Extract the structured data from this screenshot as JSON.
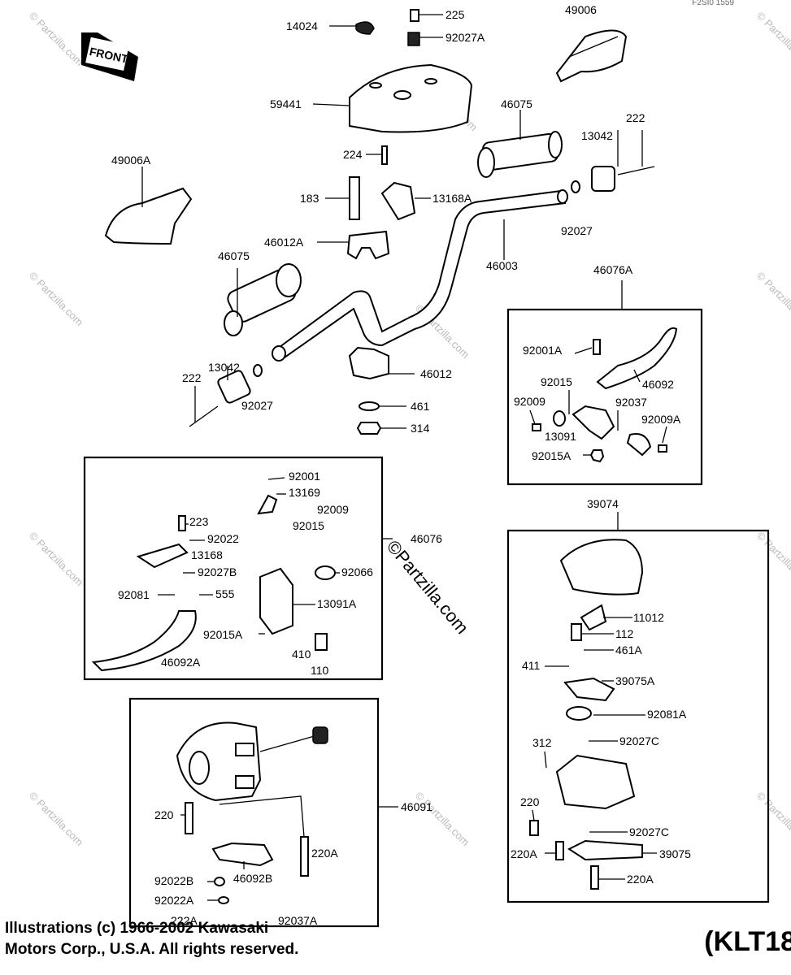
{
  "diagram": {
    "ref_code": "F2SI0 1559",
    "front_label": "FRONT",
    "watermark": "© Partzilla.com",
    "main_watermark": "©Partzilla.com",
    "copyright_line1": "Illustrations (c) 1966-2002 Kawasaki",
    "copyright_line2": "Motors Corp., U.S.A.  All rights reserved.",
    "diagram_code": "(KLT18",
    "part_labels": {
      "p14024": "14024",
      "p225": "225",
      "p92027A": "92027A",
      "p49006": "49006",
      "p59441": "59441",
      "p46075a": "46075",
      "p13042a": "13042",
      "p222a": "222",
      "p49006A": "49006A",
      "p224": "224",
      "p183": "183",
      "p13168A": "13168A",
      "p46012A": "46012A",
      "p46003": "46003",
      "p92027a": "92027",
      "p46075b": "46075",
      "p13042b": "13042",
      "p222b": "222",
      "p92027b": "92027",
      "p46012": "46012",
      "p461": "461",
      "p314": "314",
      "p46076A": "46076A",
      "p92001A": "92001A",
      "p92015a": "92015",
      "p46092": "46092",
      "p92009a": "92009",
      "p92037": "92037",
      "p92009A": "92009A",
      "p13091": "13091",
      "p92015A_top": "92015A",
      "p92001": "92001",
      "p13169": "13169",
      "p223": "223",
      "p92009b": "92009",
      "p92022": "92022",
      "p92015b": "92015",
      "p46076": "46076",
      "p13168": "13168",
      "p92027B": "92027B",
      "p92066": "92066",
      "p92081": "92081",
      "p555": "555",
      "p13091A": "13091A",
      "p92015A_mid": "92015A",
      "p410": "410",
      "p110": "110",
      "p46092A": "46092A",
      "p39074": "39074",
      "p11012": "11012",
      "p112": "112",
      "p461A": "461A",
      "p411": "411",
      "p39075A": "39075A",
      "p92081A": "92081A",
      "p312": "312",
      "p92027C_a": "92027C",
      "p220_r": "220",
      "p92027C_b": "92027C",
      "p220A_r": "220A",
      "p39075": "39075",
      "p220A_r2": "220A",
      "p46091": "46091",
      "p220_l": "220",
      "p220A_l": "220A",
      "p92022B": "92022B",
      "p46092B": "46092B",
      "p92022A": "92022A",
      "p222A": "222A",
      "p92037A": "92037A"
    }
  }
}
